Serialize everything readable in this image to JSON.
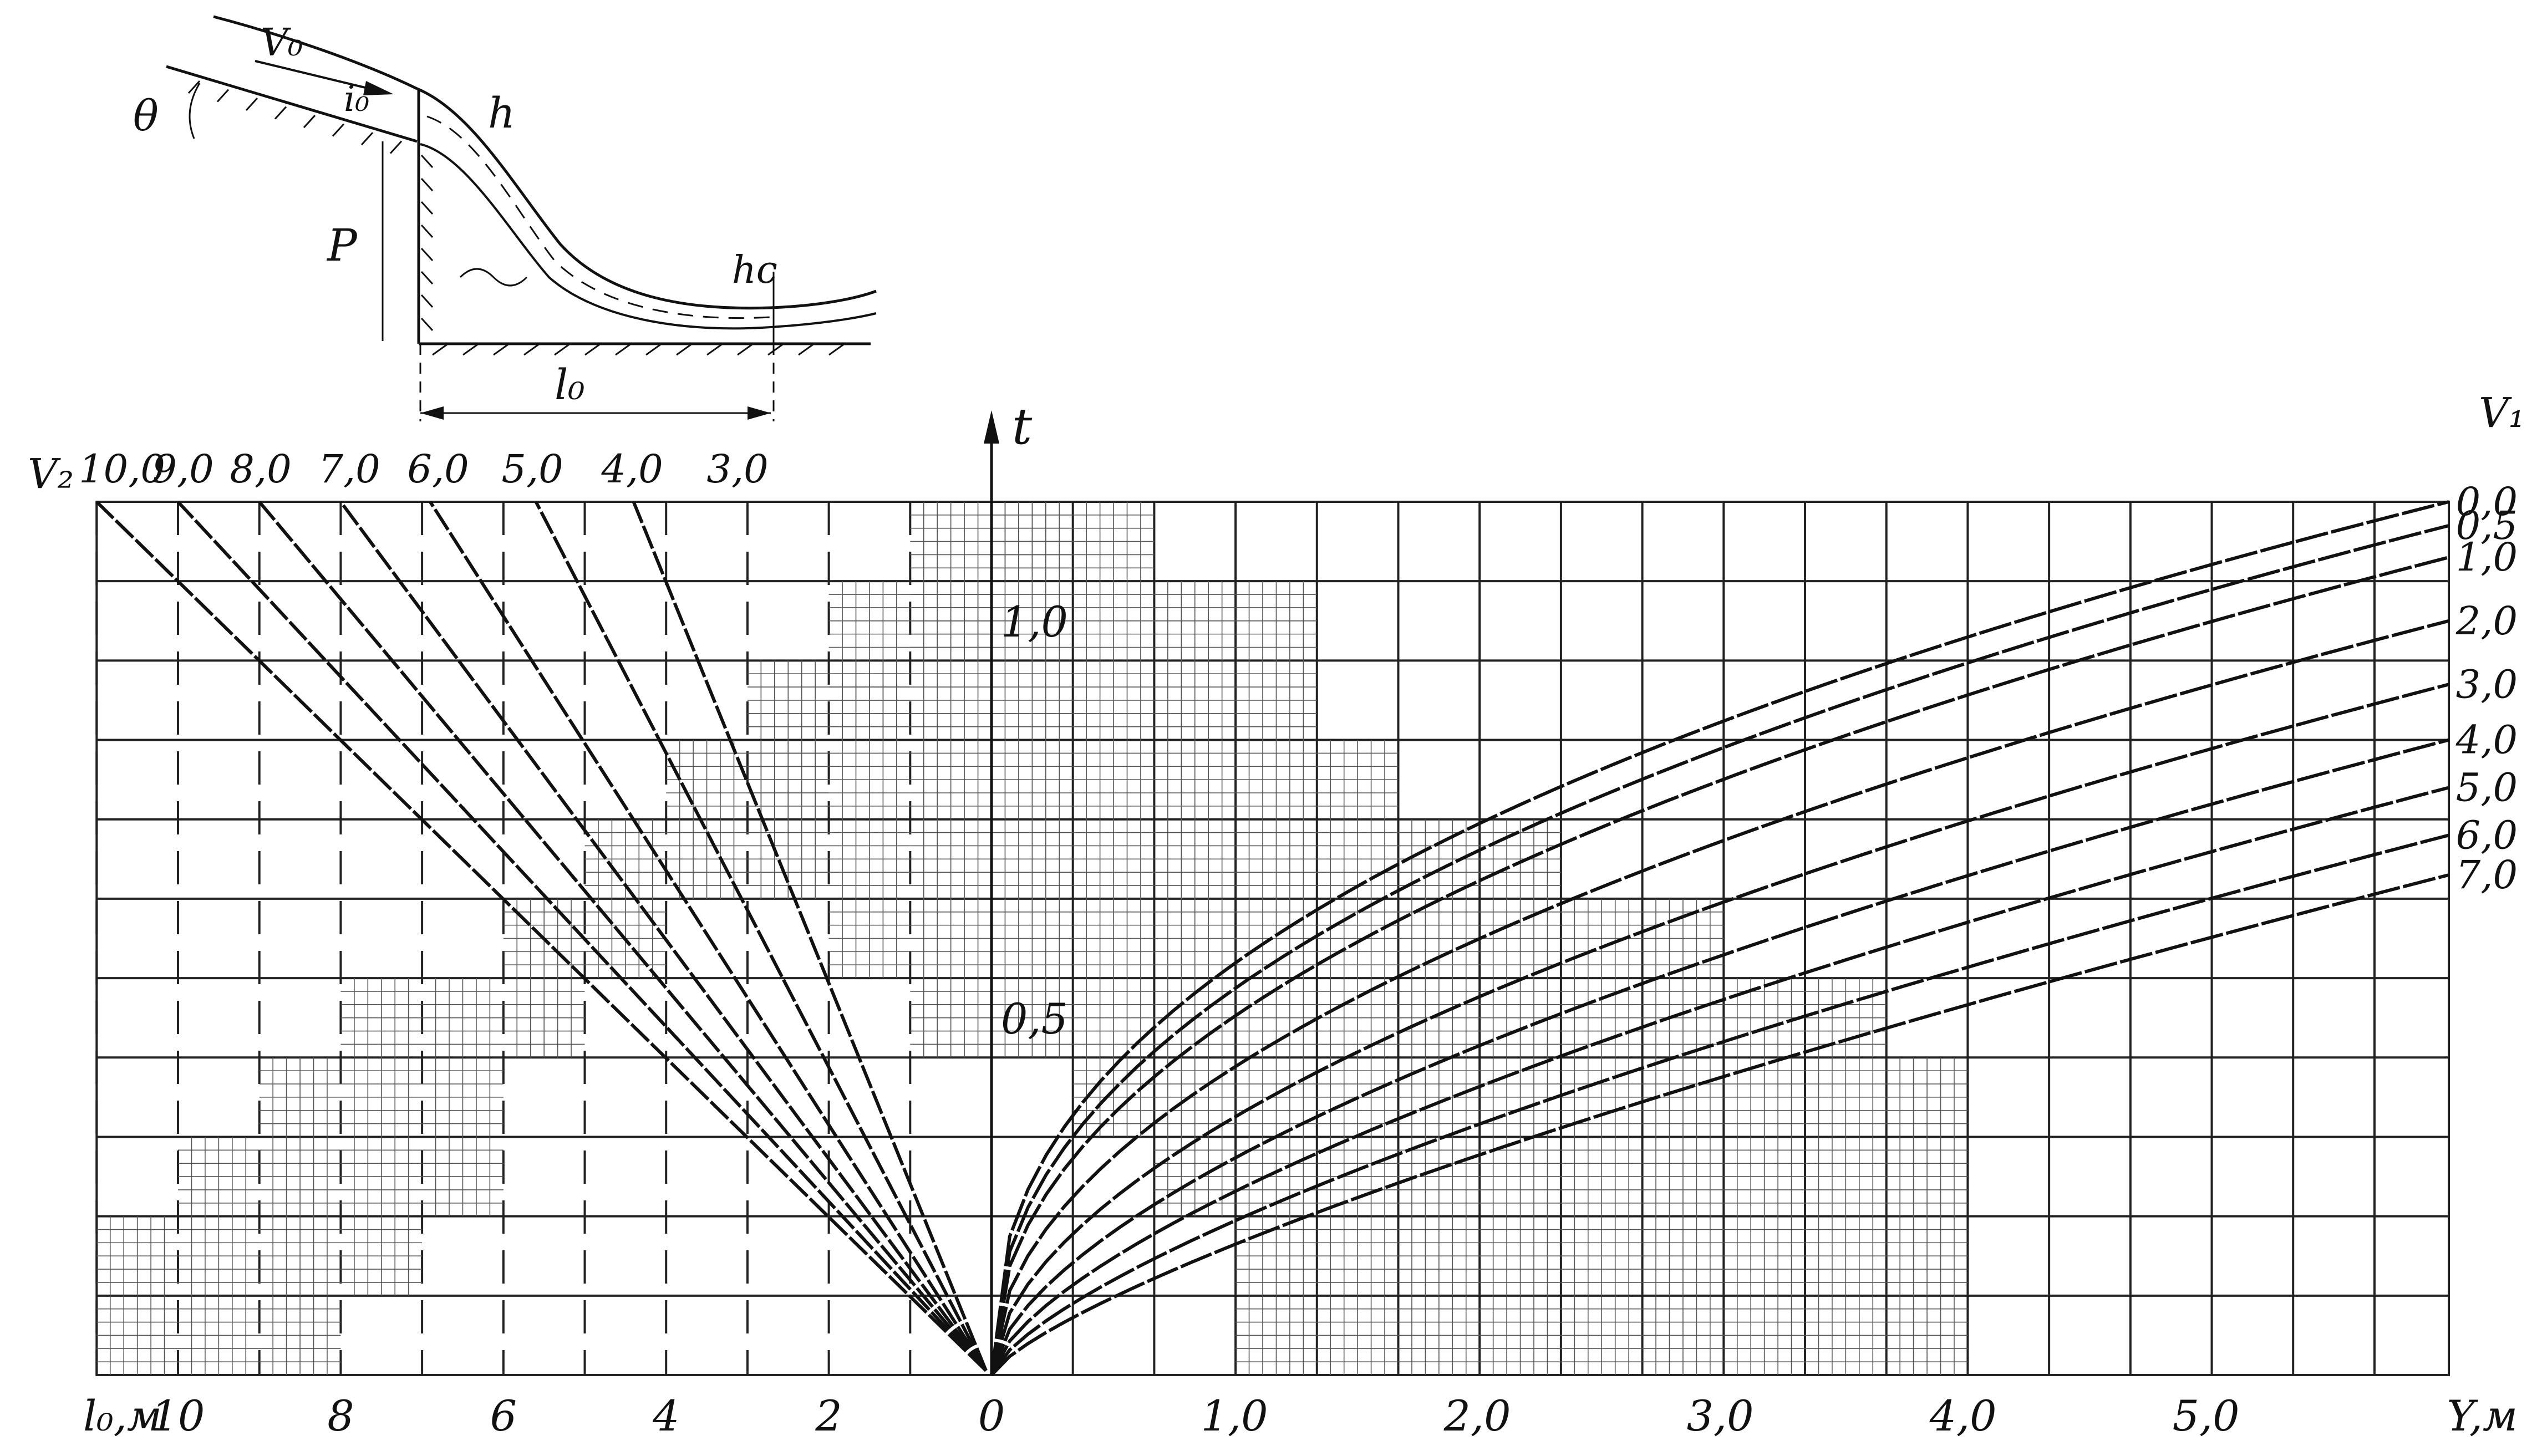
{
  "chart_data": {
    "type": "line",
    "title": "",
    "xlabel_left": "l₀,м",
    "xlabel_right": "Y,м",
    "ylabel": "t",
    "left_axis": {
      "ticks": [
        0,
        2,
        4,
        6,
        8,
        10
      ],
      "tick_labels": [
        "0",
        "2",
        "4",
        "6",
        "8",
        "10"
      ],
      "range": [
        0,
        11
      ]
    },
    "right_axis": {
      "ticks": [
        1.0,
        2.0,
        3.0,
        4.0,
        5.0
      ],
      "tick_labels": [
        "1,0",
        "2,0",
        "3,0",
        "4,0",
        "5,0"
      ],
      "range": [
        0,
        6.0
      ]
    },
    "y_axis": {
      "range": [
        0,
        1.1
      ],
      "tick_labels": [
        {
          "t": 1.0,
          "label": "1,0"
        },
        {
          "t": 0.5,
          "label": "0,5"
        }
      ]
    },
    "left_family": {
      "name": "V₂",
      "series": [
        {
          "value": 10.0,
          "label": "10,0",
          "l_at_t_max": 11.0
        },
        {
          "value": 9.0,
          "label": "9,0",
          "l_at_t_max": 10.0
        },
        {
          "value": 8.0,
          "label": "8,0",
          "l_at_t_max": 9.0
        },
        {
          "value": 7.0,
          "label": "7,0",
          "l_at_t_max": 8.0
        },
        {
          "value": 6.0,
          "label": "6,0",
          "l_at_t_max": 6.9
        },
        {
          "value": 5.0,
          "label": "5,0",
          "l_at_t_max": 5.6
        },
        {
          "value": 4.0,
          "label": "4,0",
          "l_at_t_max": 4.4
        },
        {
          "value": 3.0,
          "label": "3,0",
          "l_at_t_max": null
        }
      ]
    },
    "right_family": {
      "name": "V₁",
      "series": [
        {
          "value": 0.0,
          "label": "0,0",
          "t_at_y_max": 1.1,
          "exp": 0.42
        },
        {
          "value": 0.5,
          "label": "0,5",
          "t_at_y_max": 1.07,
          "exp": 0.44
        },
        {
          "value": 1.0,
          "label": "1,0",
          "t_at_y_max": 1.03,
          "exp": 0.46
        },
        {
          "value": 2.0,
          "label": "2,0",
          "t_at_y_max": 0.95,
          "exp": 0.5
        },
        {
          "value": 3.0,
          "label": "3,0",
          "t_at_y_max": 0.87,
          "exp": 0.55
        },
        {
          "value": 4.0,
          "label": "4,0",
          "t_at_y_max": 0.8,
          "exp": 0.6
        },
        {
          "value": 5.0,
          "label": "5,0",
          "t_at_y_max": 0.74,
          "exp": 0.65
        },
        {
          "value": 6.0,
          "label": "6,0",
          "t_at_y_max": 0.68,
          "exp": 0.7
        },
        {
          "value": 7.0,
          "label": "7,0",
          "t_at_y_max": 0.63,
          "exp": 0.75
        }
      ]
    },
    "grid": true
  },
  "inset": {
    "labels": {
      "v0": "V₀",
      "theta": "θ",
      "i0": "i₀",
      "h": "h",
      "p": "P",
      "hc": "hc",
      "l0": "l₀"
    }
  }
}
